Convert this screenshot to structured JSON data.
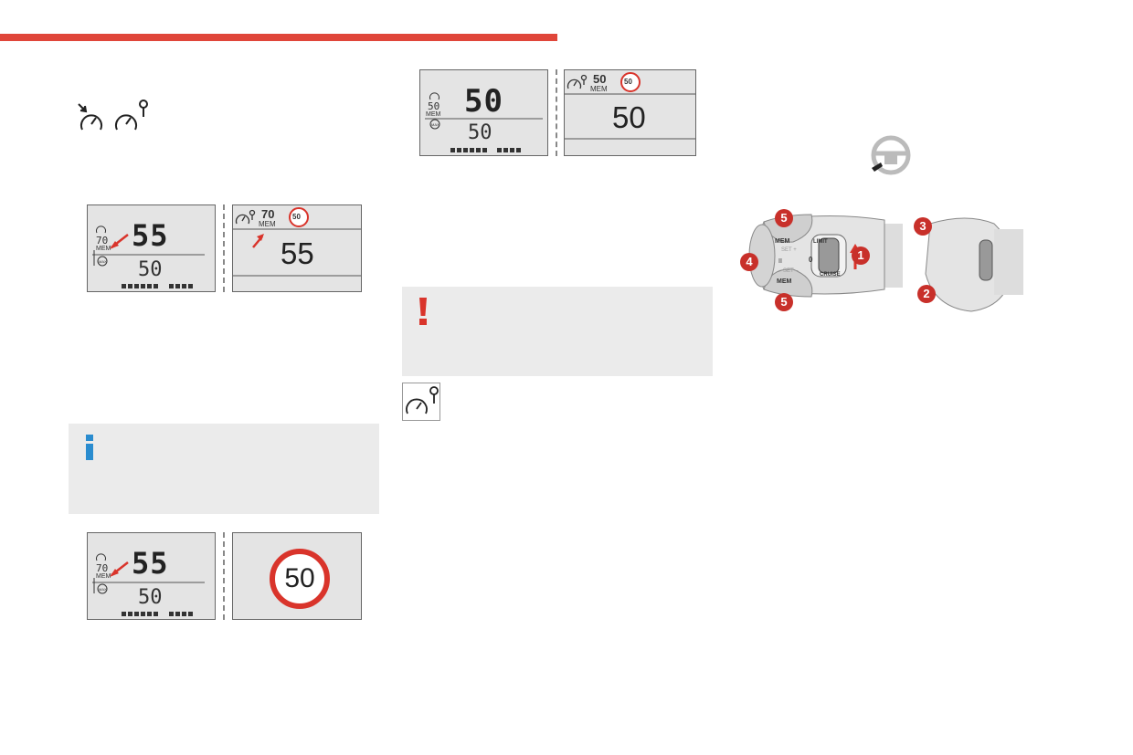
{
  "screens": {
    "top_center": {
      "left": {
        "set_speed": "50",
        "limit_small": "50",
        "mem": "MEM",
        "max": "MAX",
        "current": "50"
      },
      "right": {
        "set_speed": "50",
        "mem": "MEM",
        "sign": "50",
        "current": "50"
      }
    },
    "upper_left": {
      "left": {
        "set_speed": "55",
        "limit_small": "70",
        "mem": "MEM",
        "max": "MAX",
        "current": "50"
      },
      "right": {
        "set_speed": "70",
        "mem": "MEM",
        "sign": "50",
        "current": "55"
      }
    },
    "lower_left": {
      "left": {
        "set_speed": "55",
        "limit_small": "70",
        "mem": "MEM",
        "max": "MAX",
        "current": "50"
      },
      "right": {
        "sign": "50"
      }
    }
  },
  "stalk": {
    "labels": {
      "mem_top": "MEM",
      "set_plus": "SET +",
      "set_minus": "SET –",
      "mem_bottom": "MEM",
      "limit": "LIMIT",
      "cruise": "CRUISE",
      "zero": "0",
      "pause": "II"
    },
    "callouts": [
      "1",
      "2",
      "3",
      "4",
      "5",
      "5"
    ]
  },
  "colors": {
    "accent_red": "#e0463a",
    "info_blue": "#2a8ccf",
    "warning_red": "#d9342b",
    "note_bg": "#ebebeb"
  }
}
